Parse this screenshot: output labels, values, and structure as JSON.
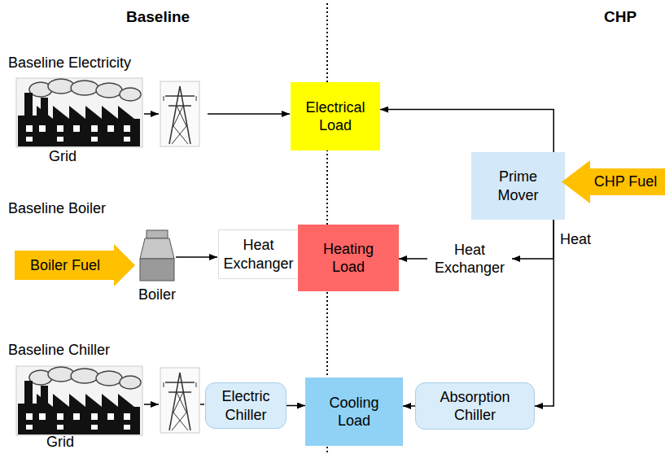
{
  "diagram": {
    "nodes": [
      {
        "text": [
          "Electrical Load"
        ]
      },
      {
        "text": [
          "Prime Mover"
        ]
      },
      {
        "text": [
          "CHP Fuel"
        ]
      },
      {
        "text": [
          "Boiler Fuel"
        ]
      },
      {
        "text": [
          "Heat Exchanger"
        ]
      },
      {
        "text": [
          "Heating Load"
        ]
      },
      {
        "text": [
          "Heat Exchanger"
        ]
      },
      {
        "text": [
          "Electric Chiller"
        ]
      },
      {
        "text": [
          "Cooling Load"
        ]
      },
      {
        "text": [
          "Absorption Chiller"
        ]
      }
    ],
    "edges": [
      {
        "from": 1,
        "to": 0,
        "arrow": "to"
      },
      {
        "from": 4,
        "to": 5,
        "arrow": "to"
      },
      {
        "from": 1,
        "to": 6,
        "arrow": "to"
      },
      {
        "from": 6,
        "to": 5,
        "arrow": "to"
      },
      {
        "from": 1,
        "to": 9,
        "arrow": "to"
      },
      {
        "from": 7,
        "to": 8,
        "arrow": "to"
      },
      {
        "from": 9,
        "to": 8,
        "arrow": "to"
      }
    ],
    "labels": [
      "Baseline",
      "CHP",
      "Baseline Electricity",
      "Grid",
      "Baseline Boiler",
      "Boiler",
      "Heat",
      "Baseline Chiller",
      "Grid"
    ]
  }
}
